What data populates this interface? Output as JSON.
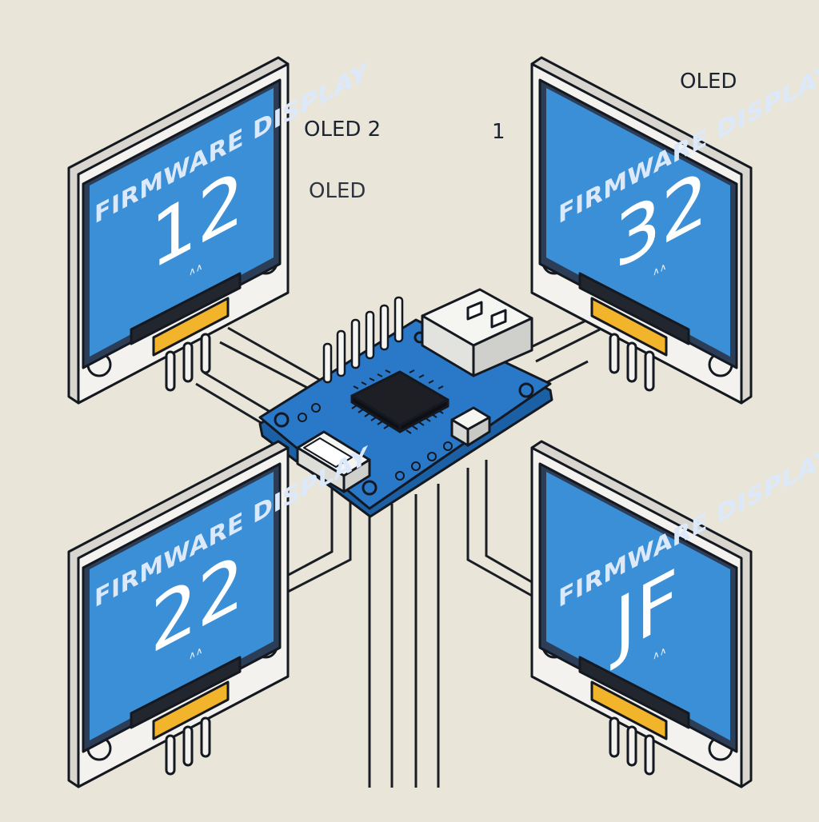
{
  "labels": {
    "oled_2": "OLED 2",
    "oled_1_faint": "OLED",
    "one": "1",
    "oled_right": "OLED"
  },
  "displays": [
    {
      "id": "top-left",
      "title": "FIRMWARE DISPLAY",
      "value": "12",
      "small": "∧∧"
    },
    {
      "id": "top-right",
      "title": "FIRMWARE DISPLAY",
      "value": "32",
      "small": "∧∧"
    },
    {
      "id": "bottom-left",
      "title": "FIRMWARE DISPLAY",
      "value": "22",
      "small": "∧∧"
    },
    {
      "id": "bottom-right",
      "title": "FIRMWARE DISPLAY",
      "value": "JF",
      "small": "∧∧"
    }
  ],
  "colors": {
    "background": "#e9e6d9",
    "screen": "#3b8fd6",
    "bezel": "#f4f2ee",
    "pcb": "#2a78c8",
    "chip": "#1d1f24",
    "connector": "#f2b42a",
    "outline": "#141820"
  }
}
